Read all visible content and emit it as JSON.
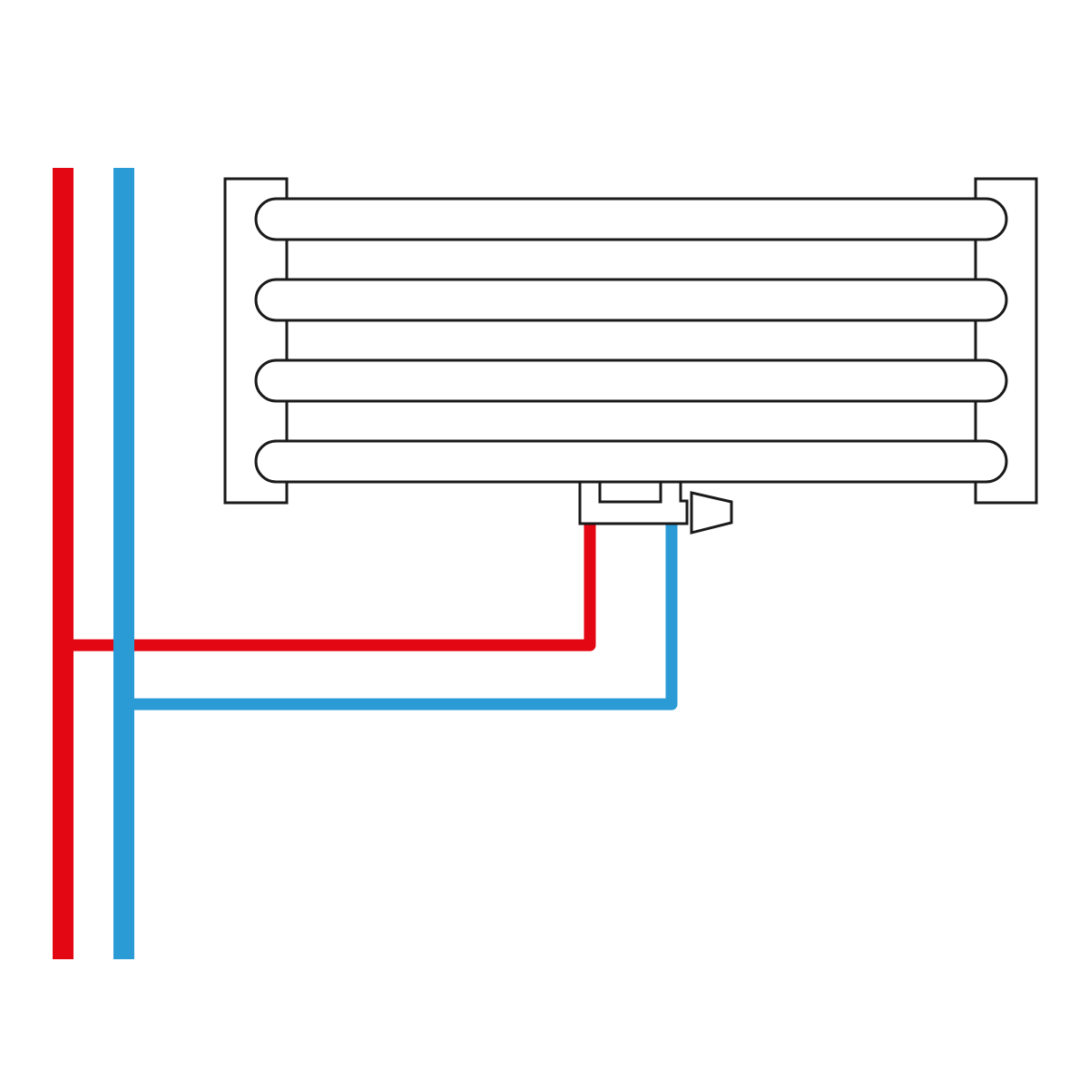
{
  "diagram": {
    "colors": {
      "background": "#ffffff",
      "outline": "#1a1a1a",
      "fill": "#ffffff",
      "supply_pipe": "#e30613",
      "return_pipe": "#2b9bd6"
    },
    "components": {
      "radiator": {
        "tube_count": 4,
        "icon": "towel-radiator-icon"
      },
      "valve_block": {
        "icon": "valve-block-icon"
      },
      "thermostat_head": {
        "icon": "thermostat-head-icon"
      }
    },
    "pipes": [
      {
        "role": "supply",
        "color_key": "supply_pipe"
      },
      {
        "role": "return",
        "color_key": "return_pipe"
      }
    ]
  }
}
